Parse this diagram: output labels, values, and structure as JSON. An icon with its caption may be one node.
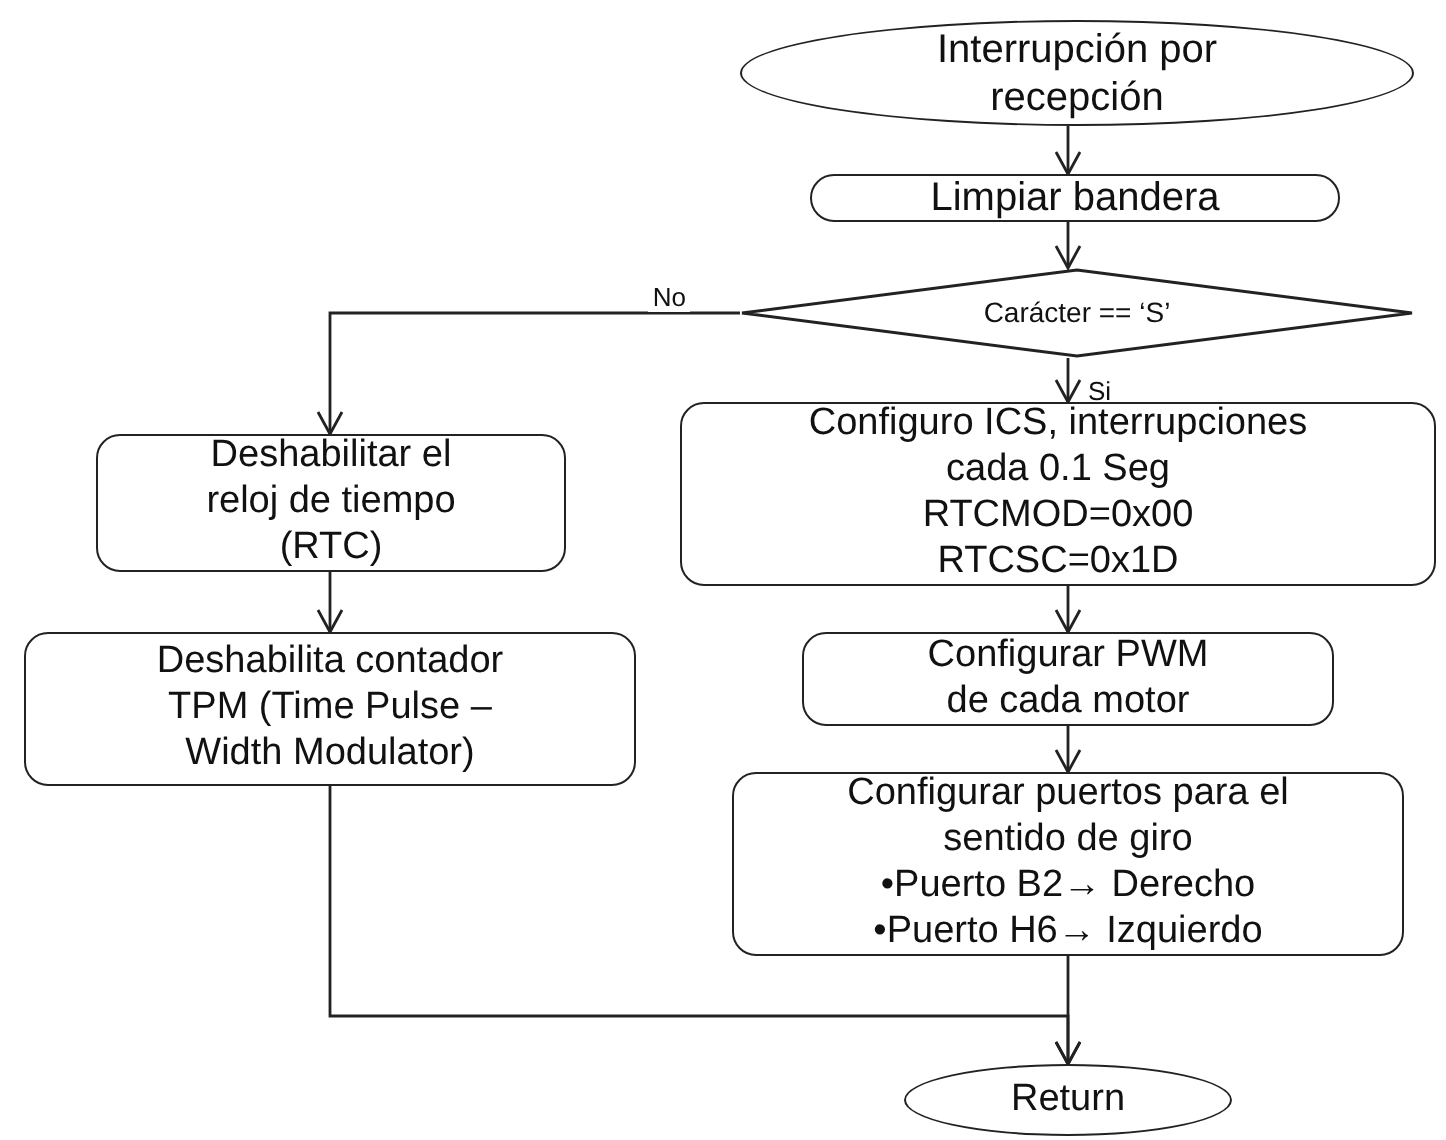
{
  "diagram": {
    "nodes": [
      {
        "text": [
          "Interrupción por recepción"
        ]
      },
      {
        "text": [
          "Limpiar bandera"
        ]
      },
      {
        "text": [
          "Carácter == ‘S’"
        ]
      },
      {
        "text": [
          "Deshabilitar el reloj de tiempo (RTC)"
        ]
      },
      {
        "text": [
          "Deshabilita contador TPM (Time Pulse – Width Modulator)"
        ]
      },
      {
        "text": [
          "Configuro ICS, interrupciones cada 0.1 Seg",
          "RTCMOD=0x00",
          "RTCSC=0x1D"
        ]
      },
      {
        "text": [
          "Configurar PWM de cada motor"
        ]
      },
      {
        "text": [
          "Configurar puertos para el sentido de giro",
          "•Puerto B2→ Derecho",
          "•Puerto H6→ Izquierdo"
        ]
      },
      {
        "text": [
          "Return"
        ]
      }
    ],
    "edges": [
      {
        "from": 0,
        "to": 1,
        "arrow": "to"
      },
      {
        "from": 1,
        "to": 2,
        "arrow": "to"
      },
      {
        "from": 2,
        "to": 3,
        "arrow": "to",
        "label": "No"
      },
      {
        "from": 2,
        "to": 5,
        "arrow": "to",
        "label": "Si"
      },
      {
        "from": 3,
        "to": 4,
        "arrow": "to"
      },
      {
        "from": 5,
        "to": 6,
        "arrow": "to"
      },
      {
        "from": 6,
        "to": 7,
        "arrow": "to"
      },
      {
        "from": 7,
        "to": 8,
        "arrow": "to"
      },
      {
        "from": 4,
        "to": 8,
        "arrow": "to"
      }
    ]
  }
}
